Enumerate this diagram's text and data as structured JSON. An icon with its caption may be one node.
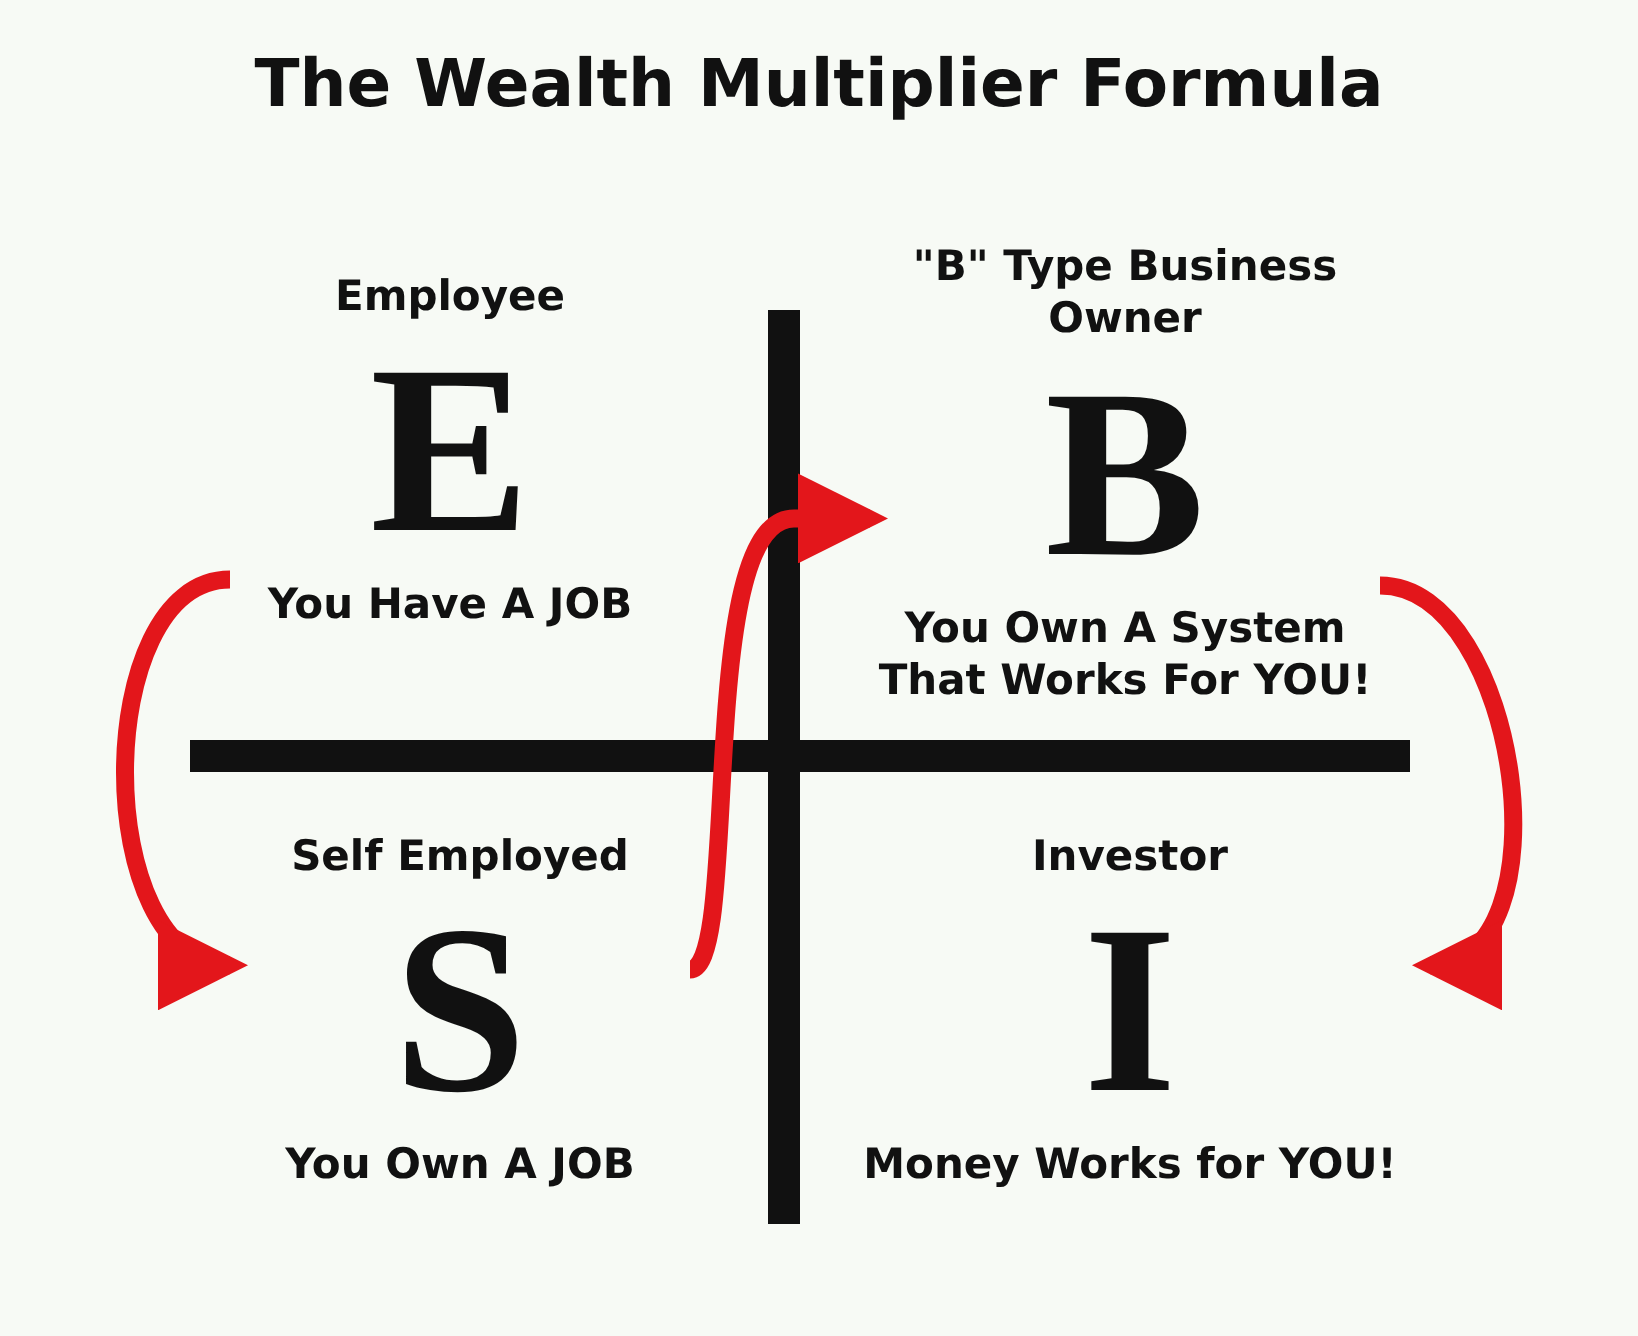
{
  "diagram": {
    "title": "The Wealth Multiplier Formula",
    "nodes": [
      {
        "text": [
          "Employee",
          "E",
          "You Have A JOB"
        ]
      },
      {
        "text": [
          "\"B\" Type Business Owner",
          "B",
          "You Own A System That Works For YOU!"
        ]
      },
      {
        "text": [
          "Self Employed",
          "S",
          "You Own A JOB"
        ]
      },
      {
        "text": [
          "Investor",
          "I",
          "Money Works for YOU!"
        ]
      }
    ],
    "edges": [
      {
        "from": 0,
        "to": 2,
        "arrow": "to"
      },
      {
        "from": 2,
        "to": 1,
        "arrow": "to"
      },
      {
        "from": 1,
        "to": 3,
        "arrow": "to"
      }
    ]
  }
}
